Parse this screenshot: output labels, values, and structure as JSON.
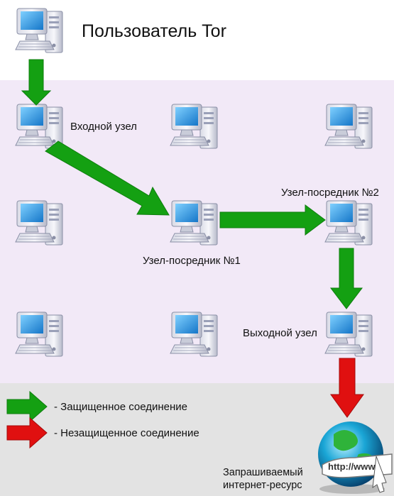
{
  "title": "Пользователь Tor",
  "nodes": {
    "entry": "Входной узел",
    "relay1": "Узел-посредник №1",
    "relay2": "Узел-посредник №2",
    "exit": "Выходной узел"
  },
  "resource": {
    "line1": "Запрашиваемый",
    "line2": "интернет-ресурс",
    "url": "http://www"
  },
  "legend": {
    "secure": "- Защищенное соединение",
    "insecure": "- Незащищенное соединение"
  },
  "colors": {
    "secure": "#14a012",
    "insecure": "#e01010",
    "network_bg": "#f2e9f7",
    "legend_bg": "#e3e3e3"
  },
  "icons": {
    "computer": "desktop-computer-icon",
    "globe": "internet-globe-icon"
  }
}
